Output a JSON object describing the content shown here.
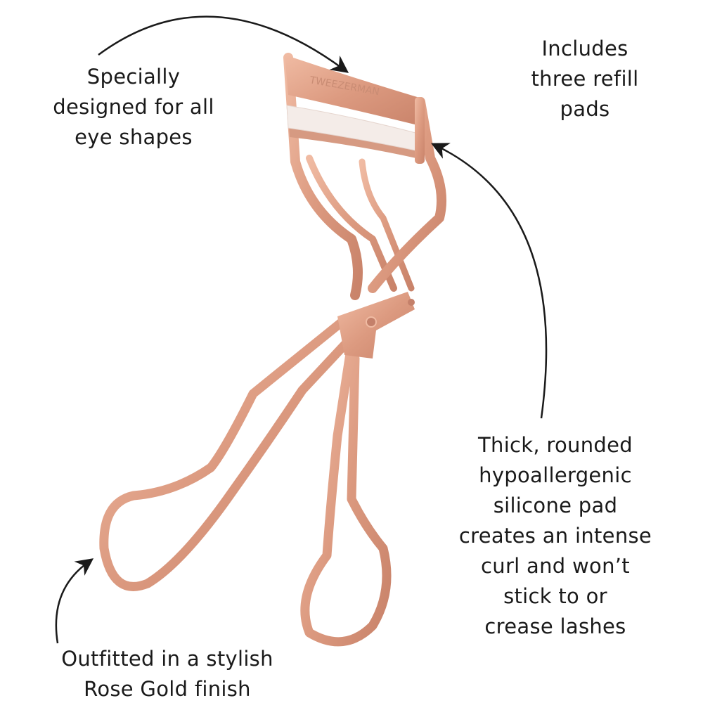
{
  "product": {
    "logo_text": "TWEEZERMAN",
    "metal_color": "#e0a288",
    "pad_color": "#f4ece8"
  },
  "callouts": {
    "eye_shapes": [
      "Specially",
      "designed for all",
      "eye shapes"
    ],
    "refill_pads": [
      "Includes",
      "three refill",
      "pads"
    ],
    "silicone_pad": [
      "Thick, rounded",
      "hypoallergenic",
      "silicone pad",
      "creates an intense",
      "curl and won’t",
      "stick to or",
      "crease lashes"
    ],
    "finish": [
      "Outfitted in a stylish",
      "Rose Gold finish"
    ]
  },
  "arrow_color": "#1a1a1a"
}
